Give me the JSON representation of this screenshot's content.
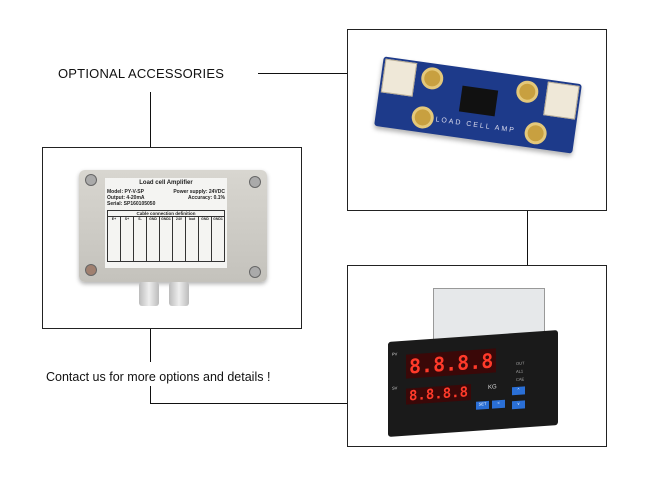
{
  "heading": "OPTIONAL ACCESSORIES",
  "contact": "Contact us for more options and details !",
  "amplifier": {
    "title": "Load cell Amplifier",
    "model": "Model: PY-V-SP",
    "power": "Power supply: 24VDC",
    "output": "Output: 4-20mA",
    "accuracy": "Accuracy: 0.1%",
    "serial": "Serial: SP160105050",
    "table_title": "Cable connection definition",
    "columns": [
      "E+",
      "S+",
      "S-",
      "GND",
      "GND1",
      "24V",
      "Iout",
      "GND",
      "GND1"
    ]
  },
  "board": {
    "silkscreen": "LOAD CELL AMP"
  },
  "meter": {
    "pv": "8.8.8.8",
    "sv": "8.8.8.8",
    "pv_label": "PV",
    "sv_label": "SV",
    "unit": "KG",
    "leds": [
      "OUT",
      "AL1",
      "CAE"
    ],
    "buttons": [
      "SET",
      "<",
      "v",
      "^"
    ]
  }
}
